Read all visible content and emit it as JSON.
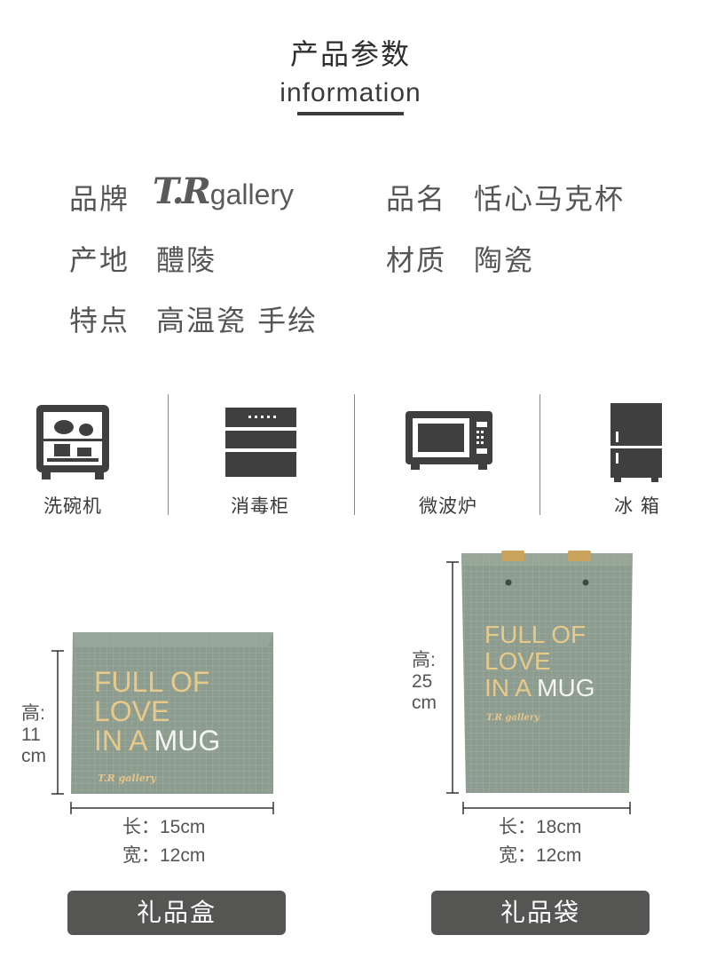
{
  "header": {
    "title_cn": "产品参数",
    "title_en": "information"
  },
  "params": {
    "brand_label": "品牌",
    "brand_logo_tr": "T.R",
    "brand_logo_text": "gallery",
    "name_label": "品名",
    "name_value": "恬心马克杯",
    "origin_label": "产地",
    "origin_value": "醴陵",
    "material_label": "材质",
    "material_value": "陶瓷",
    "feature_label": "特点",
    "feature_value": "高温瓷 手绘"
  },
  "appliances": [
    {
      "label": "洗碗机",
      "icon": "dishwasher-icon"
    },
    {
      "label": "消毒柜",
      "icon": "sterilizer-cabinet-icon"
    },
    {
      "label": "微波炉",
      "icon": "microwave-icon"
    },
    {
      "label": "冰 箱",
      "icon": "refrigerator-icon"
    }
  ],
  "products": {
    "box": {
      "height_label": "高:",
      "height_value": "11",
      "height_unit": "cm",
      "length": "长：15cm",
      "width": "宽：12cm",
      "button": "礼品盒",
      "print_line1": "FULL OF",
      "print_line2": "LOVE",
      "print_line3a": "IN A",
      "print_line3b": "MUG",
      "print_logo": "T.R gallery"
    },
    "bag": {
      "height_label": "高:",
      "height_value": "25",
      "height_unit": "cm",
      "length": "长：18cm",
      "width": "宽：12cm",
      "button": "礼品袋",
      "print_line1": "FULL OF",
      "print_line2": "LOVE",
      "print_line3a": "IN A",
      "print_line3b": "MUG",
      "print_logo": "T.R gallery"
    }
  },
  "colors": {
    "package_green": "#8a9a8c",
    "button_gray": "#555554",
    "print_gold": "#e7c989",
    "icon_dark": "#3f3f3f"
  }
}
